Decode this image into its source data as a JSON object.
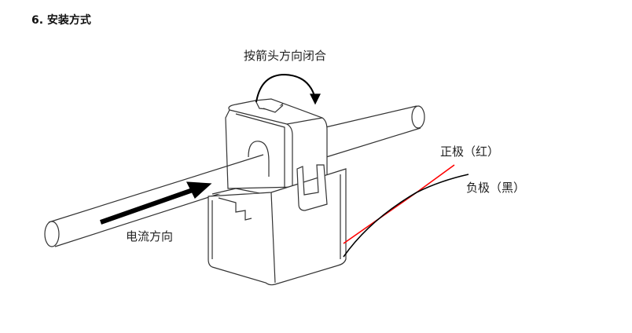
{
  "section_title": "6. 安装方式",
  "diagram": {
    "close_direction_label": "按箭头方向闭合",
    "current_direction_label": "电流方向",
    "positive_label": "正极（红）",
    "negative_label": "负极（黑）",
    "colors": {
      "positive_wire": "#ff0000",
      "negative_wire": "#000000",
      "outline": "#333333"
    }
  }
}
